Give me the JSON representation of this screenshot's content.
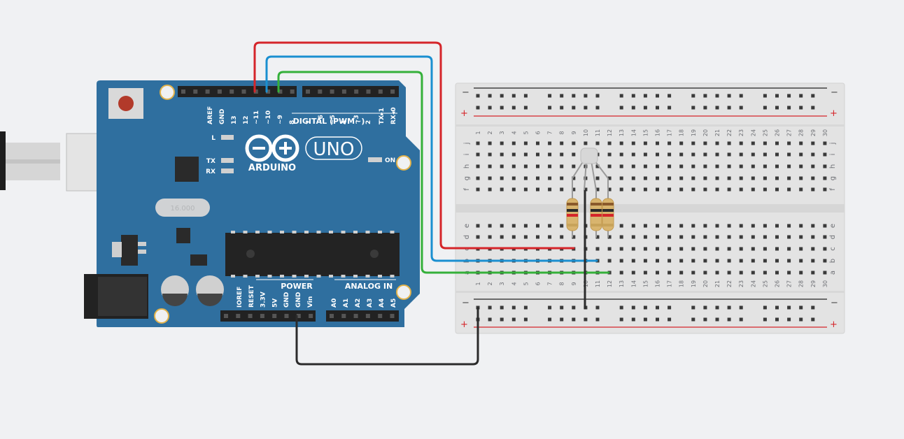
{
  "arduino": {
    "brand": "ARDUINO",
    "model": "UNO",
    "digital_header": "DIGITAL (PWM~)",
    "power_header": "POWER",
    "analog_header": "ANALOG IN",
    "crystal": "16.000",
    "on_label": "ON",
    "led_labels": [
      "L",
      "TX",
      "RX"
    ],
    "digital_pins": [
      "AREF",
      "GND",
      "13",
      "12",
      "~11",
      "~10",
      "~9",
      "8",
      "7",
      "~6",
      "~5",
      "4",
      "~3",
      "2",
      "TX▸1",
      "RX◂0"
    ],
    "power_pins": [
      "IOREF",
      "RESET",
      "3.3V",
      "5V",
      "GND",
      "GND",
      "Vin"
    ],
    "analog_pins": [
      "A0",
      "A1",
      "A2",
      "A3",
      "A4",
      "A5"
    ]
  },
  "breadboard": {
    "columns": [
      "1",
      "2",
      "3",
      "4",
      "5",
      "6",
      "7",
      "8",
      "9",
      "10",
      "11",
      "12",
      "13",
      "14",
      "15",
      "16",
      "17",
      "18",
      "19",
      "20",
      "21",
      "22",
      "23",
      "24",
      "25",
      "26",
      "27",
      "28",
      "29",
      "30"
    ],
    "top_rows": [
      "j",
      "i",
      "h",
      "g",
      "f"
    ],
    "bottom_rows": [
      "e",
      "d",
      "c",
      "b",
      "a"
    ],
    "rail_minus": "−",
    "rail_plus": "+"
  },
  "colors": {
    "board": "#2f6f9f",
    "wire_red": "#d5252a",
    "wire_blue": "#1a8fd0",
    "wire_green": "#35b03a",
    "wire_black": "#2b2b2b",
    "background": "#f0f1f3"
  },
  "icons": {
    "logo": "arduino-infinity-icon"
  }
}
